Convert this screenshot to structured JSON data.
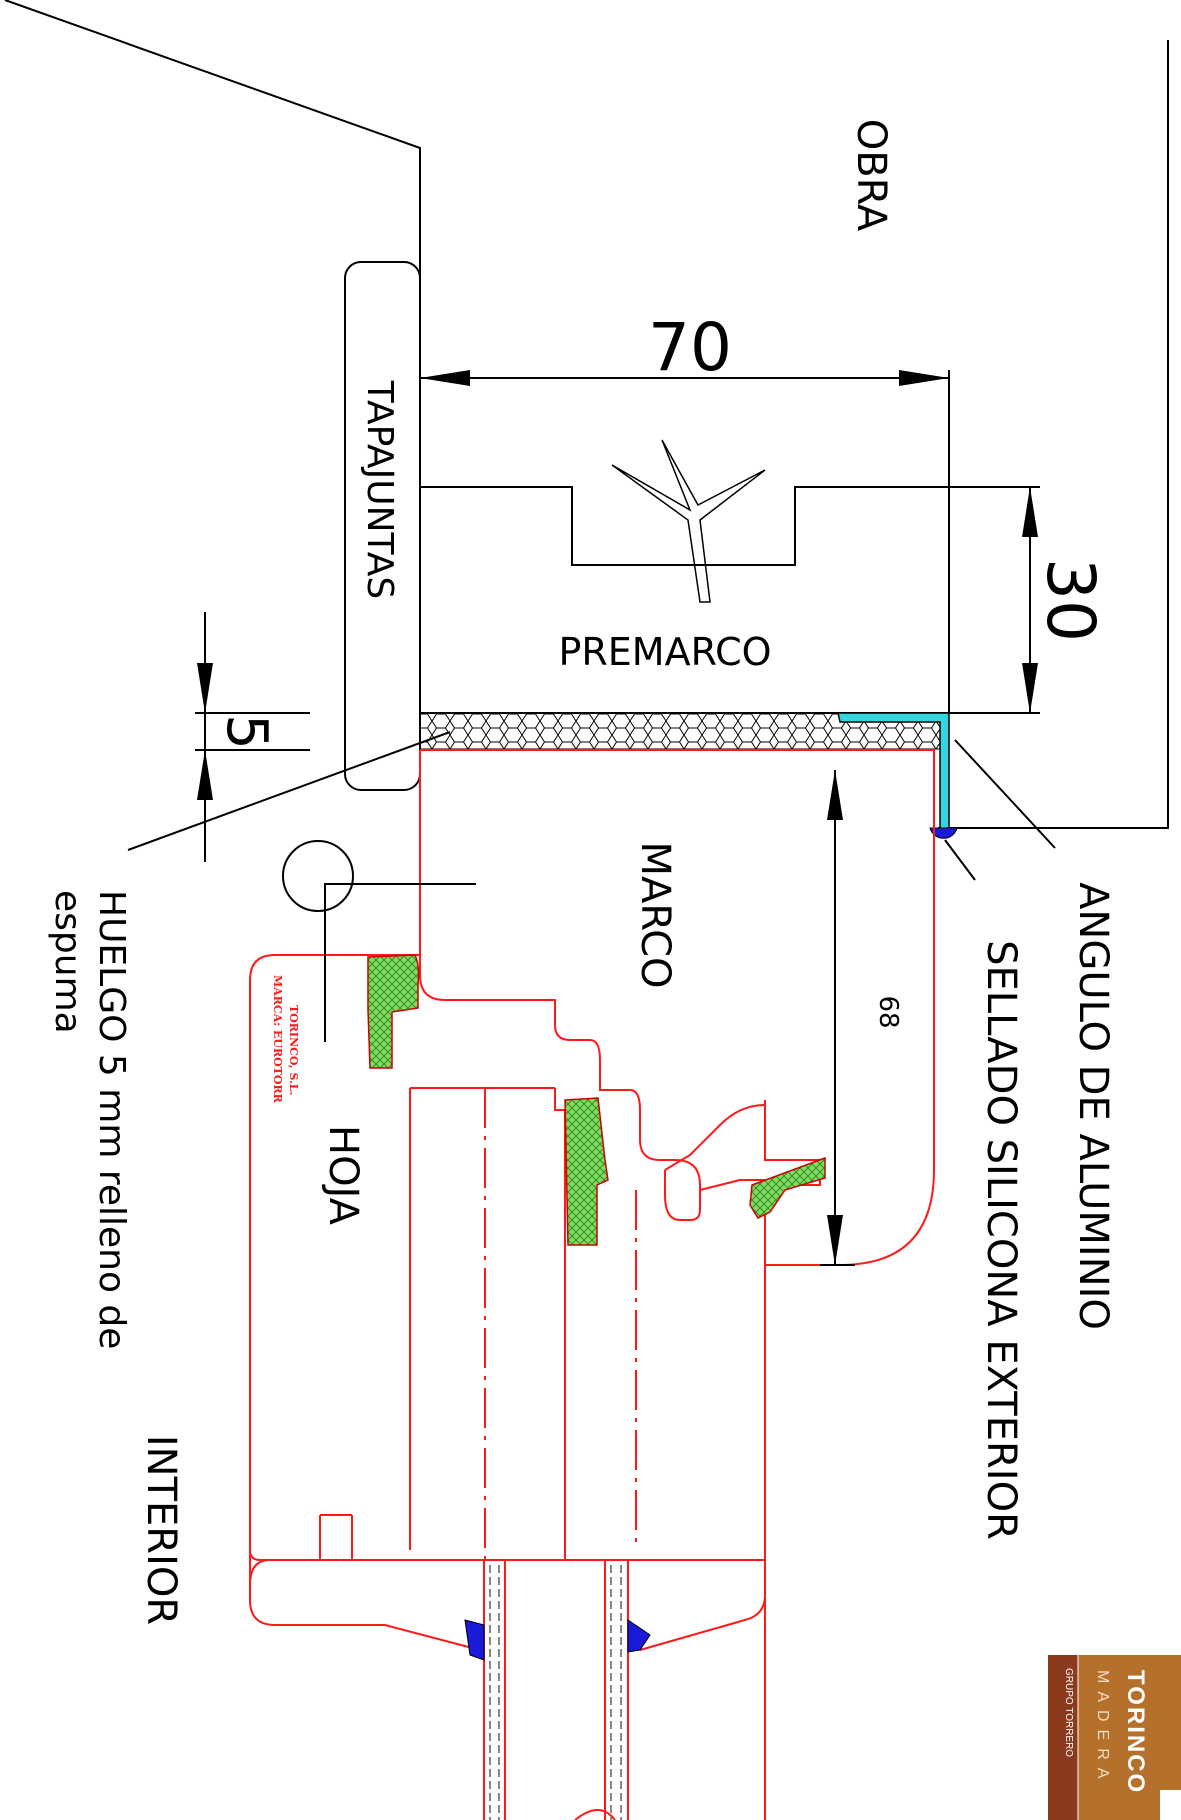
{
  "labels": {
    "obra": "OBRA",
    "tapajuntas": "TAPAJUNTAS",
    "premarco": "PREMARCO",
    "marco": "MARCO",
    "hoja": "HOJA",
    "interior": "INTERIOR",
    "angulo": "ANGULO DE ALUMINIO",
    "sellado": "SELLADO SILICONA EXTERIOR",
    "huelgo_line1": "HUELGO 5 mm relleno de",
    "huelgo_line2": "espuma",
    "stamp_line1": "TORINCO, S.L.",
    "stamp_line2": "MARCA: EUROTORR"
  },
  "dimensions": {
    "width_70": "70",
    "depth_30": "30",
    "gap_5": "5",
    "frame_68": "68"
  },
  "logo": {
    "brand": "TORINCO",
    "sub": "MADERA",
    "group": "GRUPO TORRERO",
    "colors": {
      "brand_bg": "#b5702b",
      "group_bg": "#8b3a1e"
    }
  },
  "colors": {
    "frame_lines": "#ff1a1a",
    "gasket_fill": "#7ddc5e",
    "aluminium": "#33d6e0",
    "silicone": "#1a1adb"
  }
}
